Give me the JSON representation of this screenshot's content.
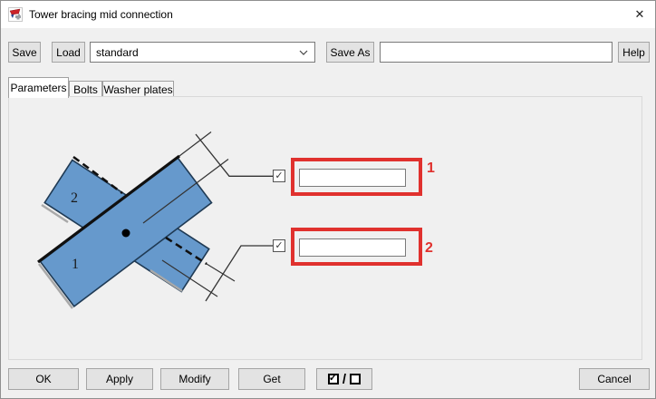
{
  "window": {
    "title": "Tower bracing mid connection"
  },
  "icons": {
    "close": "✕",
    "check": "✓"
  },
  "toolbar": {
    "save_label": "Save",
    "load_label": "Load",
    "profile_value": "standard",
    "save_as_label": "Save As",
    "name_value": "",
    "help_label": "Help"
  },
  "tabs": [
    {
      "label": "Parameters",
      "active": true
    },
    {
      "label": "Bolts",
      "active": false
    },
    {
      "label": "Washer plates",
      "active": false
    }
  ],
  "diagram": {
    "plate1_label": "1",
    "plate2_label": "2",
    "plate_fill": "#6699cc",
    "plate_stroke": "#1f3a54"
  },
  "fields": [
    {
      "number": "1",
      "checked": true,
      "value": ""
    },
    {
      "number": "2",
      "checked": true,
      "value": ""
    }
  ],
  "highlight": {
    "color": "#e0312e"
  },
  "footer": {
    "ok_label": "OK",
    "apply_label": "Apply",
    "modify_label": "Modify",
    "get_label": "Get",
    "toggle_separator": "/",
    "cancel_label": "Cancel"
  }
}
